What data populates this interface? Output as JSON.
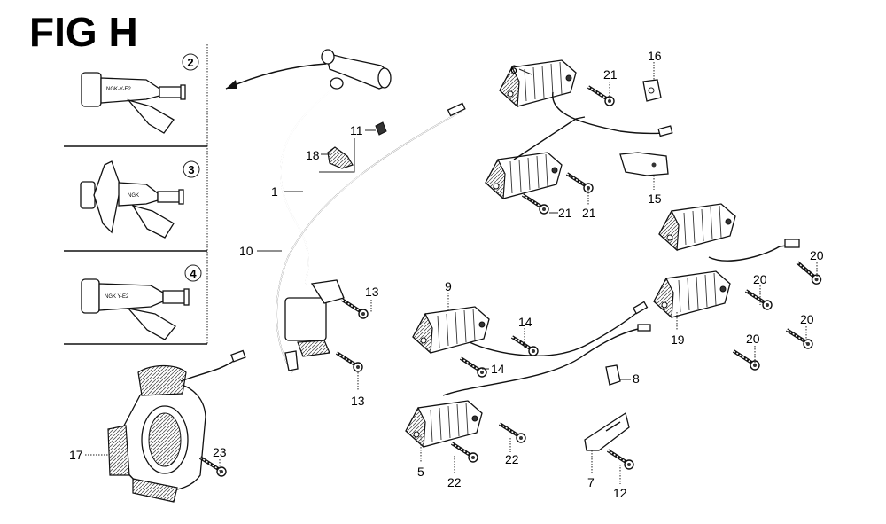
{
  "figure": {
    "title": "FIG H"
  },
  "insets": [
    {
      "number": "2",
      "marking": "NGK-Y-E2"
    },
    {
      "number": "3",
      "marking": "NGK"
    },
    {
      "number": "4",
      "marking": "NGK Y-E2"
    }
  ],
  "callouts": [
    {
      "id": "c1",
      "label": "1"
    },
    {
      "id": "c10",
      "label": "10"
    },
    {
      "id": "c11",
      "label": "11"
    },
    {
      "id": "c18",
      "label": "18"
    },
    {
      "id": "c13a",
      "label": "13"
    },
    {
      "id": "c13b",
      "label": "13"
    },
    {
      "id": "c6",
      "label": "6"
    },
    {
      "id": "c21a",
      "label": "21"
    },
    {
      "id": "c21b",
      "label": "21"
    },
    {
      "id": "c21c",
      "label": "21"
    },
    {
      "id": "c16",
      "label": "16"
    },
    {
      "id": "c15",
      "label": "15"
    },
    {
      "id": "c20a",
      "label": "20"
    },
    {
      "id": "c20b",
      "label": "20"
    },
    {
      "id": "c20c",
      "label": "20"
    },
    {
      "id": "c20d",
      "label": "20"
    },
    {
      "id": "c19",
      "label": "19"
    },
    {
      "id": "c9",
      "label": "9"
    },
    {
      "id": "c14a",
      "label": "14"
    },
    {
      "id": "c14b",
      "label": "14"
    },
    {
      "id": "c8",
      "label": "8"
    },
    {
      "id": "c5",
      "label": "5"
    },
    {
      "id": "c22a",
      "label": "22"
    },
    {
      "id": "c22b",
      "label": "22"
    },
    {
      "id": "c7",
      "label": "7"
    },
    {
      "id": "c12",
      "label": "12"
    },
    {
      "id": "c17",
      "label": "17"
    },
    {
      "id": "c23",
      "label": "23"
    }
  ]
}
